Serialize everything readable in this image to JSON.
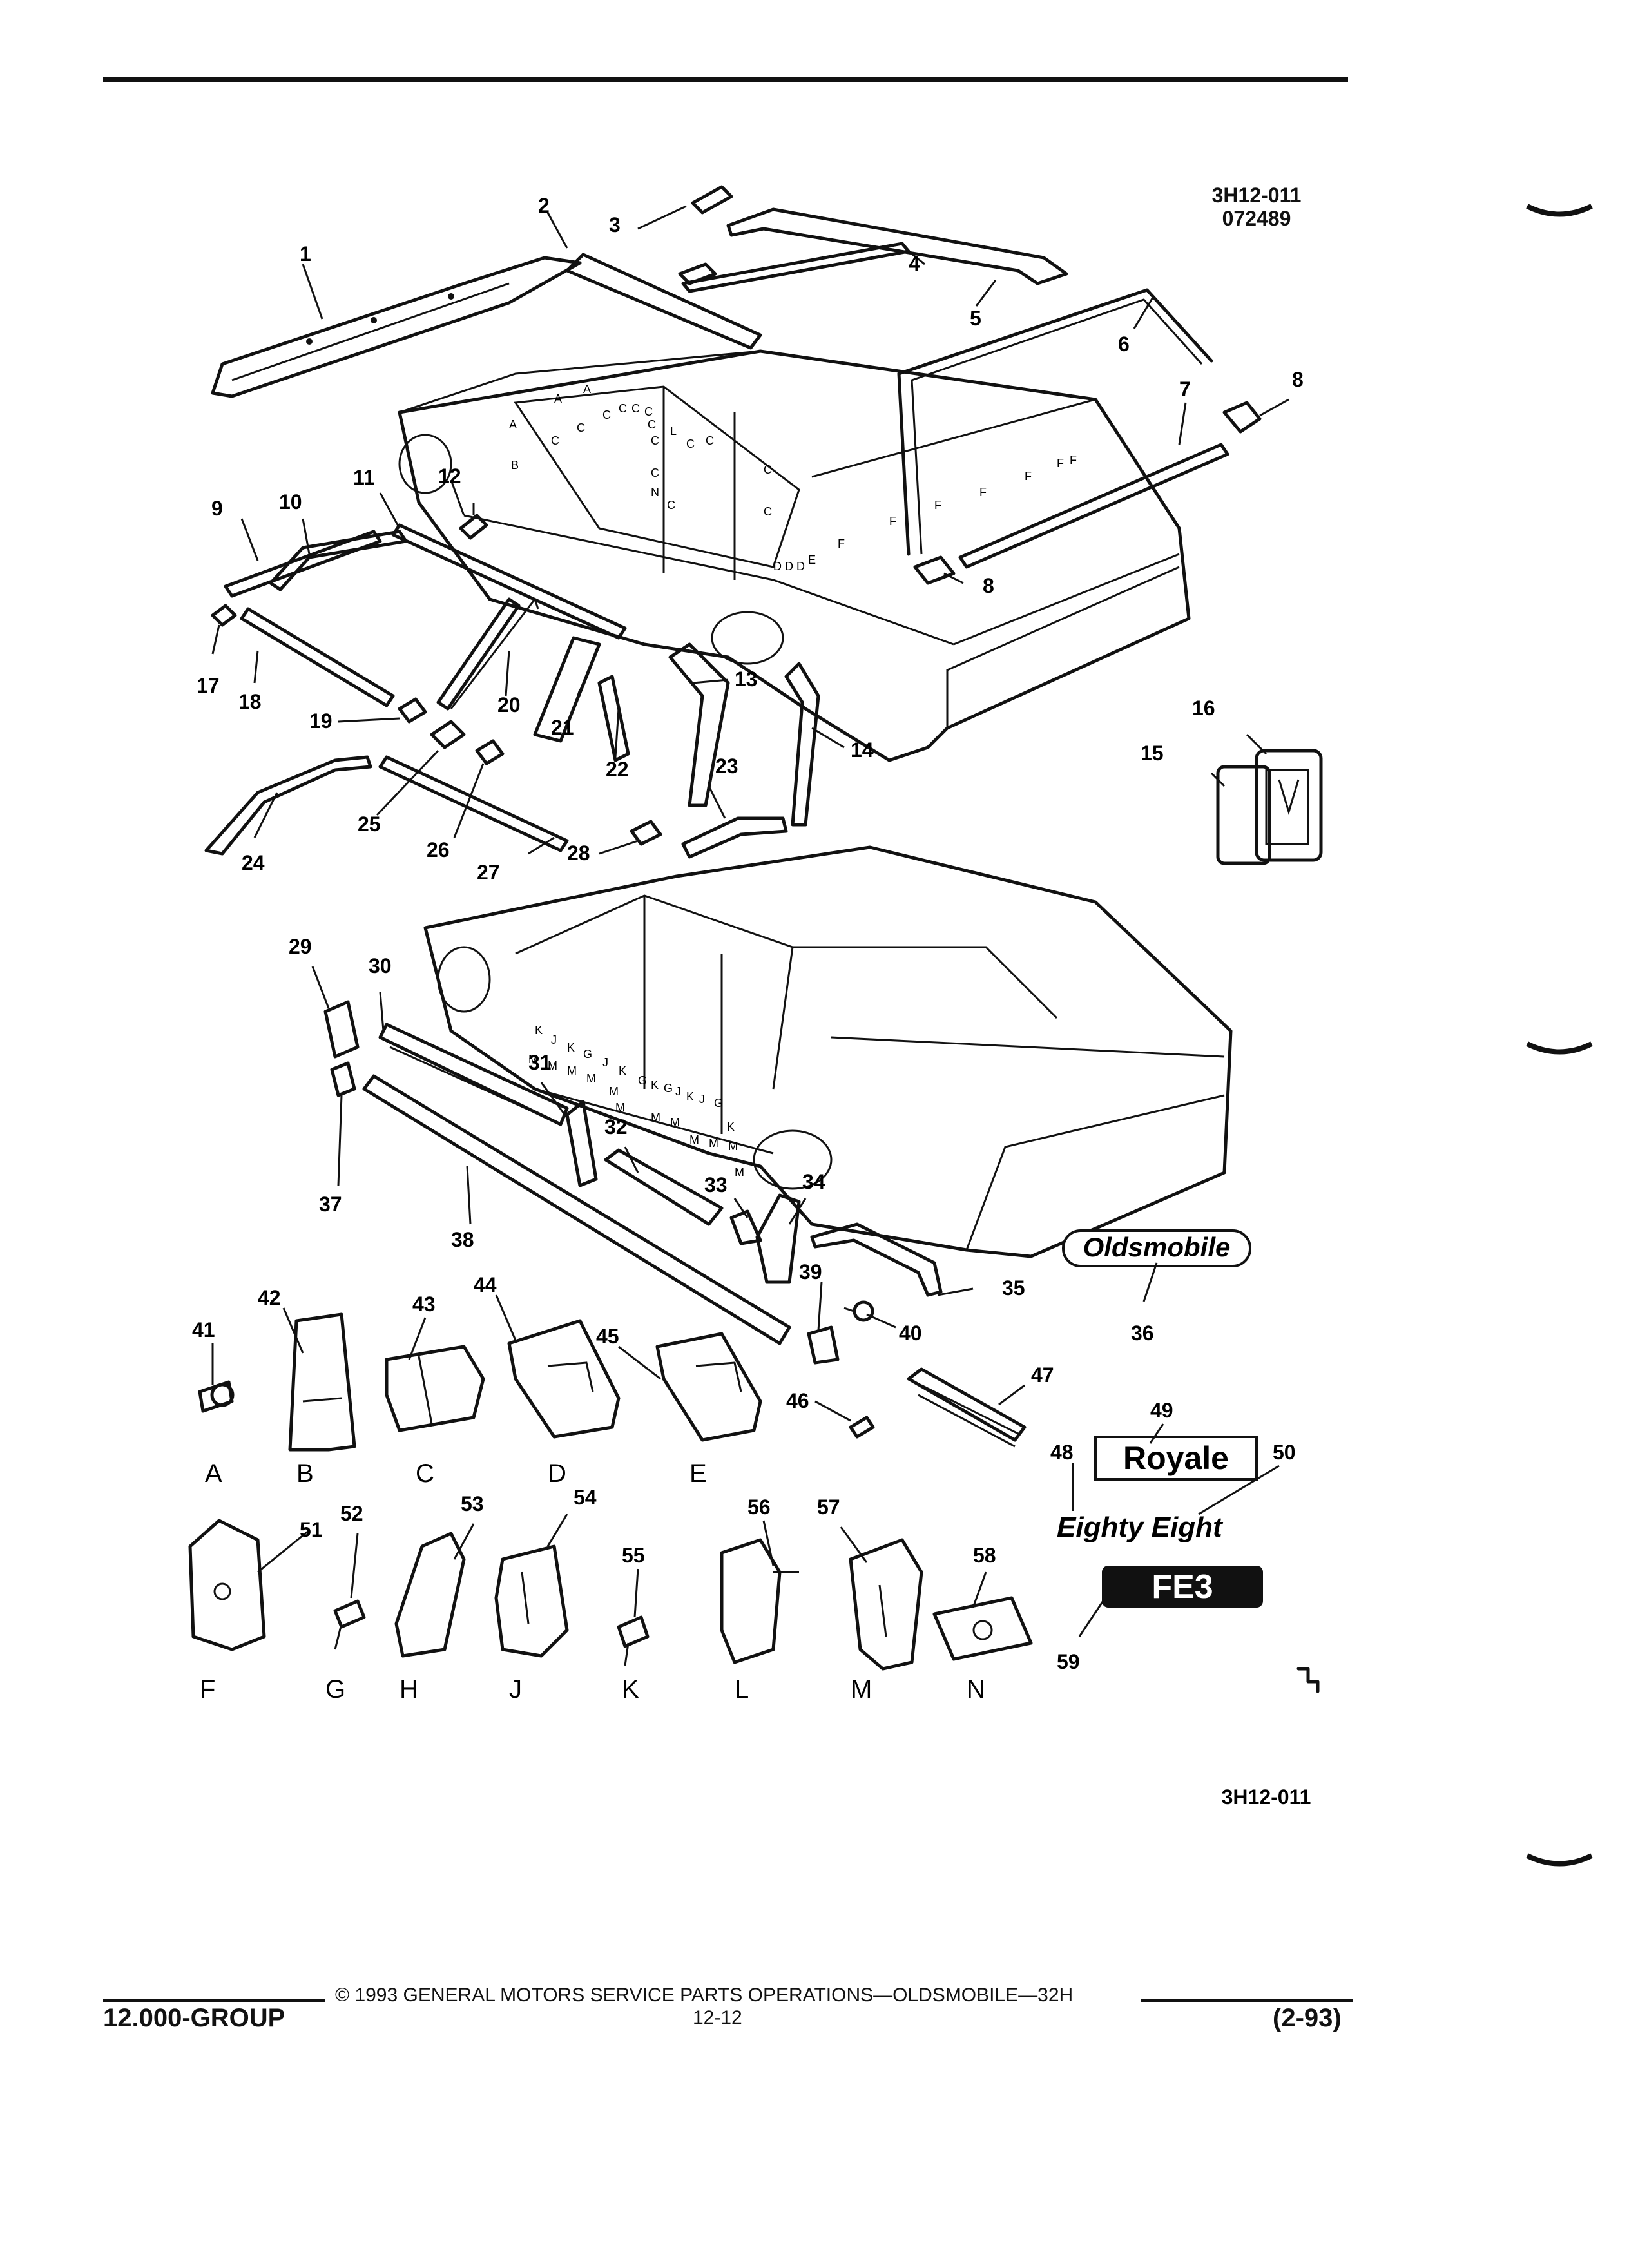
{
  "header": {
    "code_top": "3H12-011",
    "date_code": "072489"
  },
  "diagram": {
    "numbers": [
      "1",
      "2",
      "3",
      "4",
      "5",
      "6",
      "7",
      "8",
      "8",
      "9",
      "10",
      "11",
      "12",
      "13",
      "14",
      "15",
      "16",
      "17",
      "18",
      "19",
      "20",
      "21",
      "22",
      "23",
      "24",
      "25",
      "26",
      "27",
      "28",
      "29",
      "30",
      "31",
      "32",
      "33",
      "34",
      "35",
      "36",
      "37",
      "38",
      "39",
      "40",
      "41",
      "42",
      "43",
      "44",
      "45",
      "46",
      "47",
      "48",
      "49",
      "50",
      "51",
      "52",
      "53",
      "54",
      "55",
      "56",
      "57",
      "58",
      "59"
    ],
    "fastener_letters": [
      "A",
      "B",
      "C",
      "D",
      "E",
      "F",
      "G",
      "H",
      "J",
      "K",
      "L",
      "M",
      "N"
    ],
    "badges": {
      "oldsmobile": "Oldsmobile",
      "royale": "Royale",
      "eighty_eight": "Eighty Eight",
      "fe3": "FE3"
    },
    "car_top_letters": [
      "A",
      "A",
      "A",
      "B",
      "C",
      "C",
      "C",
      "C",
      "C",
      "C",
      "C",
      "C",
      "L",
      "C",
      "C",
      "C",
      "N",
      "C",
      "C",
      "C",
      "D",
      "D",
      "D",
      "E",
      "F",
      "F",
      "F",
      "F",
      "F",
      "F",
      "F"
    ],
    "car_bottom_letters": [
      "K",
      "J",
      "K",
      "G",
      "J",
      "K",
      "G",
      "K",
      "G",
      "J",
      "K",
      "J",
      "G",
      "K",
      "M",
      "M",
      "M",
      "M",
      "M",
      "M",
      "M",
      "M",
      "M",
      "M",
      "M",
      "M"
    ],
    "code_bottom": "3H12-011"
  },
  "footer": {
    "copyright": "© 1993 GENERAL MOTORS SERVICE PARTS OPERATIONS—OLDSMOBILE—32H",
    "group": "12.000-GROUP",
    "page": "12-12",
    "date": "(2-93)"
  }
}
